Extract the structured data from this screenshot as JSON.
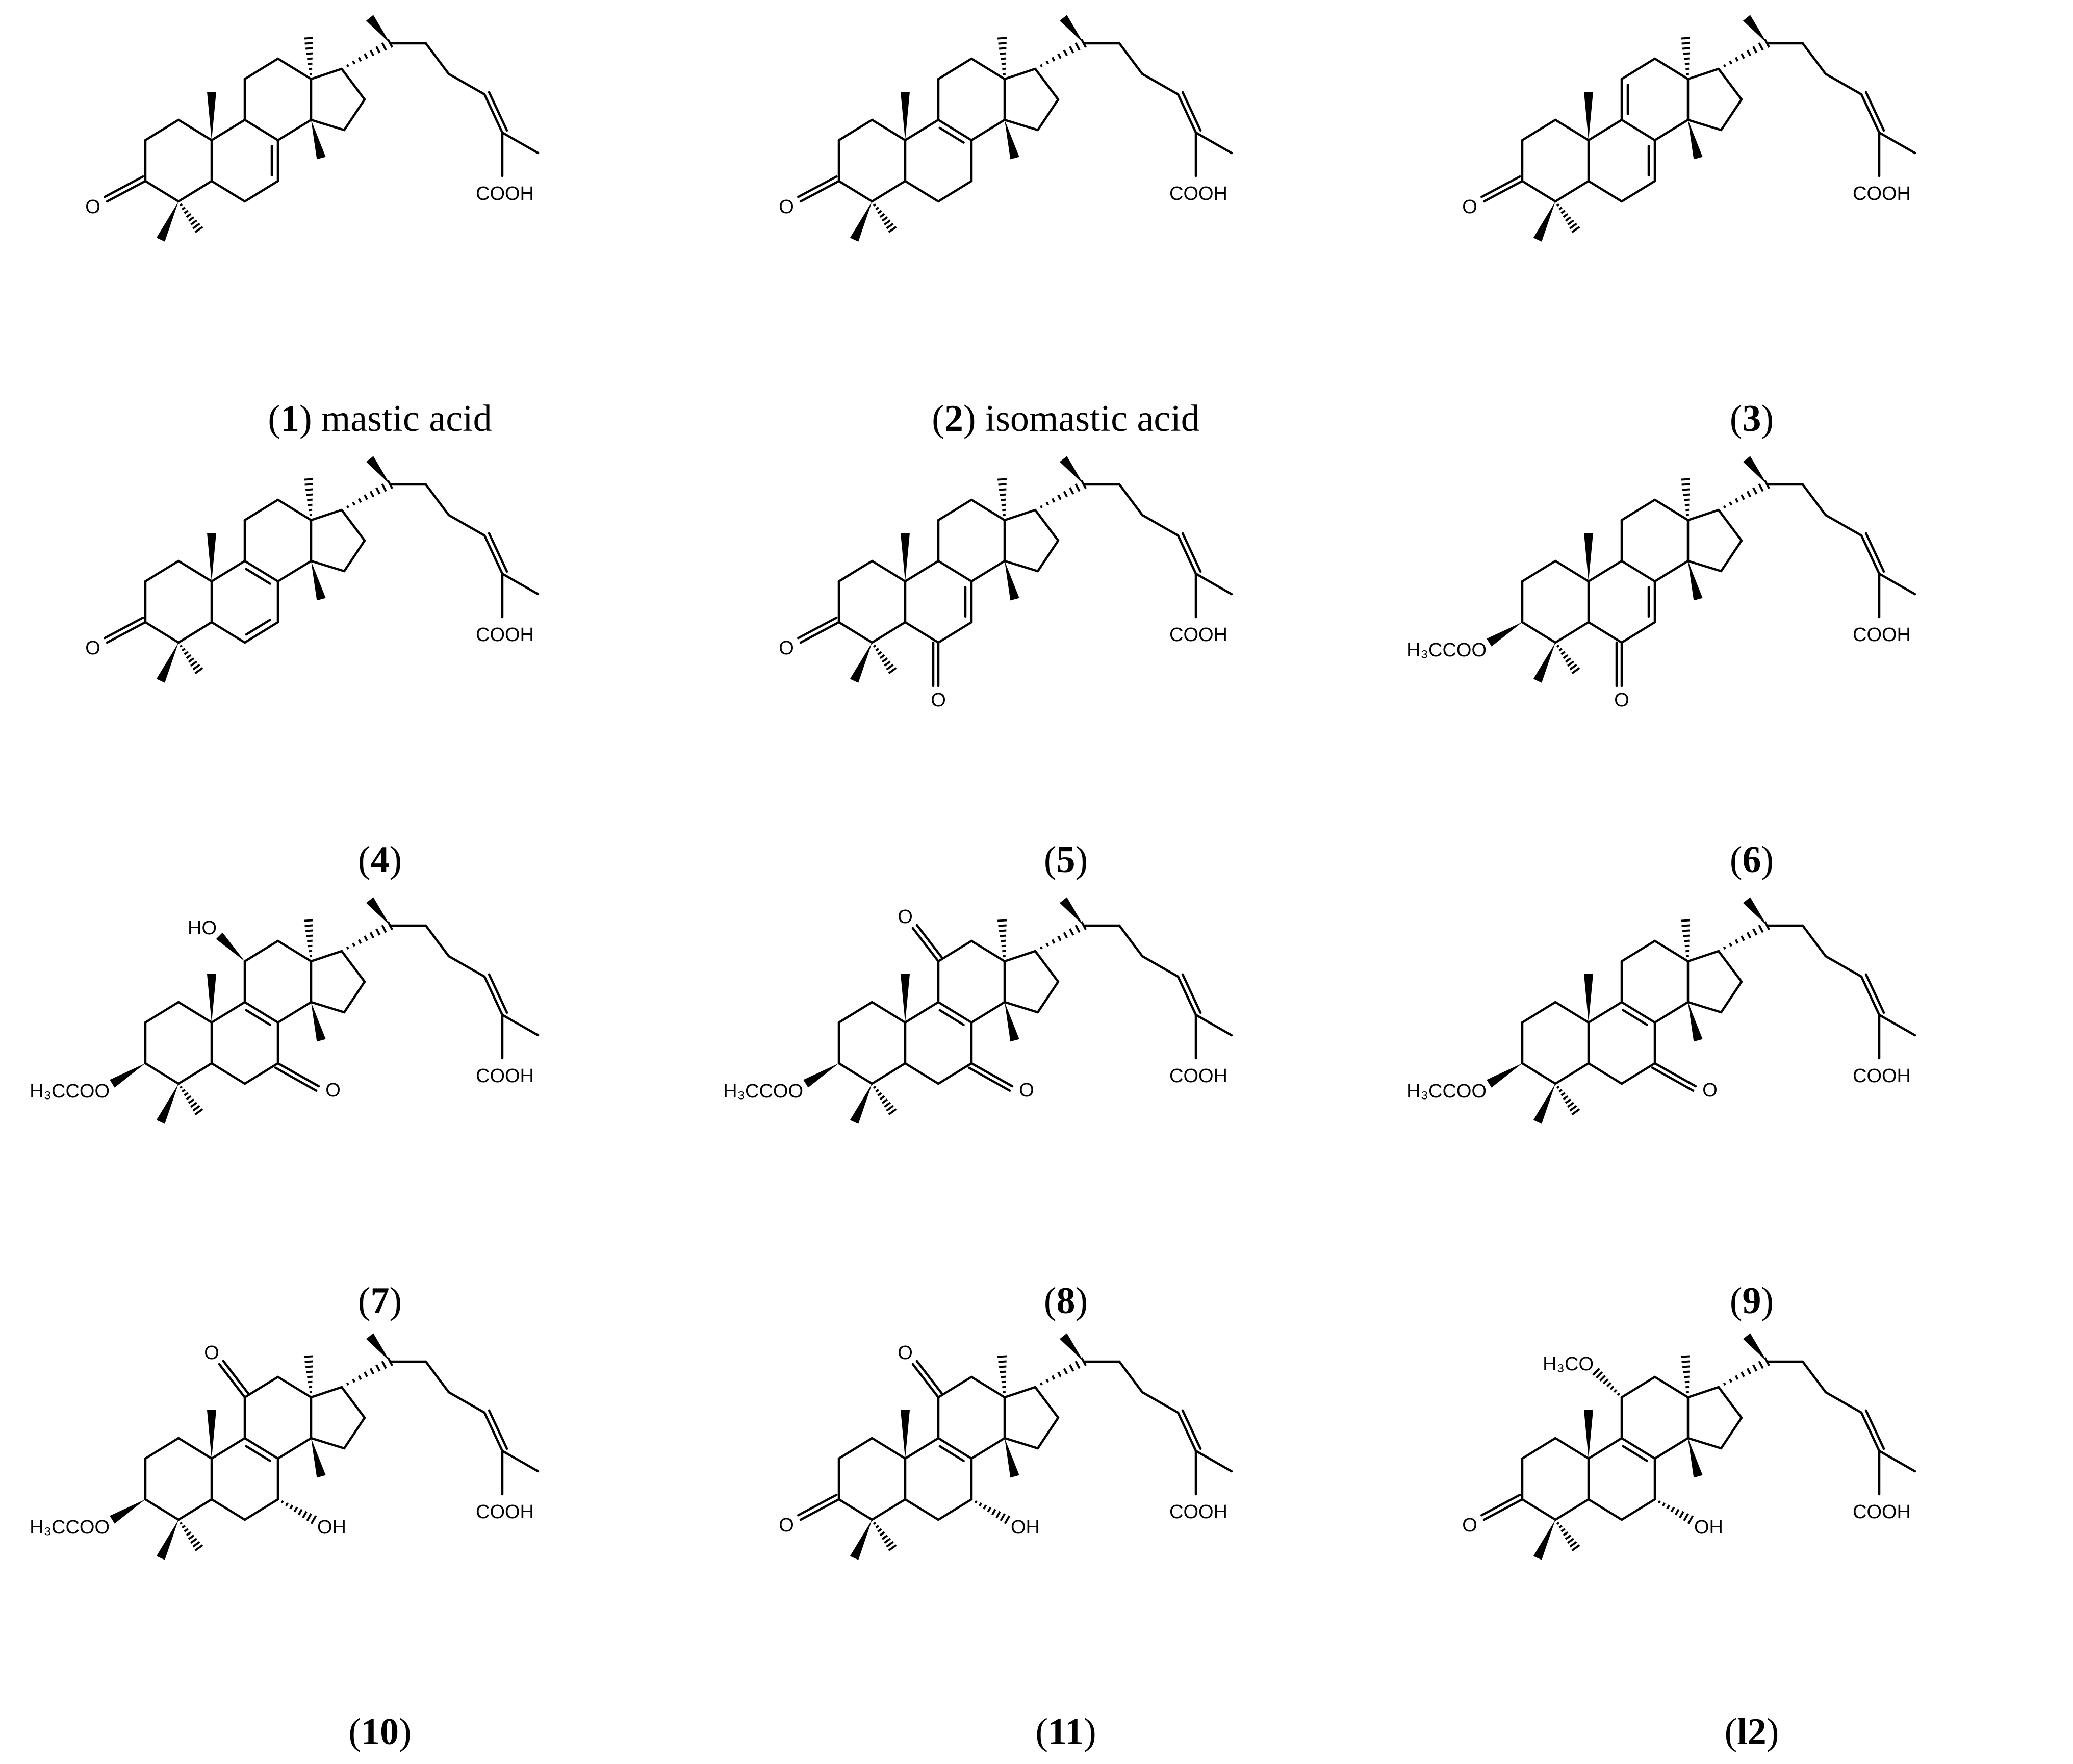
{
  "figure": {
    "background": "#ffffff",
    "line_color": "#000000"
  },
  "compounds": [
    {
      "num": "1",
      "name": "mastic acid",
      "caption_open": "(",
      "caption_close": ")",
      "r3": "ketone",
      "r6": "",
      "r7": "",
      "r11": "",
      "r11_label": "",
      "r3_label": "O",
      "r7_label": "",
      "r6_label": "",
      "db": [
        "7-8"
      ],
      "cooh": "COOH"
    },
    {
      "num": "2",
      "name": "isomastic acid",
      "caption_open": "(",
      "caption_close": ")",
      "r3": "ketone",
      "r6": "",
      "r7": "",
      "r11": "",
      "r11_label": "",
      "r3_label": "O",
      "r7_label": "",
      "r6_label": "",
      "db": [
        "8-9"
      ],
      "cooh": "COOH"
    },
    {
      "num": "3",
      "name": "",
      "caption_open": "(",
      "caption_close": ")",
      "r3": "ketone",
      "r6": "",
      "r7": "",
      "r11": "",
      "r11_label": "",
      "r3_label": "O",
      "r7_label": "",
      "r6_label": "",
      "db": [
        "7-8",
        "9-11"
      ],
      "cooh": "COOH"
    },
    {
      "num": "4",
      "name": "",
      "caption_open": "(",
      "caption_close": ")",
      "r3": "ketone",
      "r6": "",
      "r7": "",
      "r11": "",
      "r11_label": "",
      "r3_label": "O",
      "r7_label": "",
      "r6_label": "",
      "db": [
        "6-7",
        "8-9"
      ],
      "cooh": "COOH"
    },
    {
      "num": "5",
      "name": "",
      "caption_open": "(",
      "caption_close": ")",
      "r3": "ketone",
      "r6": "ketone",
      "r7": "",
      "r11": "",
      "r11_label": "",
      "r3_label": "O",
      "r7_label": "",
      "r6_label": "O",
      "db": [
        "7-8"
      ],
      "cooh": "COOH"
    },
    {
      "num": "6",
      "name": "",
      "caption_open": "(",
      "caption_close": ")",
      "r3": "acetoxy",
      "r6": "ketone",
      "r7": "",
      "r11": "",
      "r11_label": "",
      "r3_label": "H₃CCOO",
      "r7_label": "",
      "r6_label": "O",
      "db": [
        "7-8"
      ],
      "cooh": "COOH"
    },
    {
      "num": "7",
      "name": "",
      "caption_open": "(",
      "caption_close": ")",
      "r3": "acetoxy",
      "r6": "",
      "r7": "ketone",
      "r11": "oh_beta",
      "r11_label": "HO",
      "r3_label": "H₃CCOO",
      "r7_label": "O",
      "r6_label": "",
      "db": [
        "8-9"
      ],
      "cooh": "COOH"
    },
    {
      "num": "8",
      "name": "",
      "caption_open": "(",
      "caption_close": ")",
      "r3": "acetoxy",
      "r6": "",
      "r7": "ketone",
      "r11": "ketone",
      "r11_label": "O",
      "r3_label": "H₃CCOO",
      "r7_label": "O",
      "r6_label": "",
      "db": [
        "8-9"
      ],
      "cooh": "COOH"
    },
    {
      "num": "9",
      "name": "",
      "caption_open": "(",
      "caption_close": ")",
      "r3": "acetoxy",
      "r6": "",
      "r7": "ketone",
      "r11": "",
      "r11_label": "",
      "r3_label": "H₃CCOO",
      "r7_label": "O",
      "r6_label": "",
      "db": [
        "8-9"
      ],
      "cooh": "COOH"
    },
    {
      "num": "10",
      "name": "",
      "caption_open": "(",
      "caption_close": ")",
      "r3": "acetoxy",
      "r6": "",
      "r7": "oh_alpha",
      "r11": "ketone",
      "r11_label": "O",
      "r3_label": "H₃CCOO",
      "r7_label": "OH",
      "r6_label": "",
      "db": [
        "8-9"
      ],
      "cooh": "COOH"
    },
    {
      "num": "11",
      "name": "",
      "caption_open": "(",
      "caption_close": ")",
      "r3": "ketone",
      "r6": "",
      "r7": "oh_alpha",
      "r11": "ketone",
      "r11_label": "O",
      "r3_label": "O",
      "r7_label": "OH",
      "r6_label": "",
      "db": [
        "8-9"
      ],
      "cooh": "COOH"
    },
    {
      "num": "l2",
      "name": "",
      "caption_open": "(",
      "caption_close": ")",
      "r3": "ketone",
      "r6": "",
      "r7": "oh_alpha",
      "r11": "ome_alpha",
      "r11_label": "H₃CO",
      "r3_label": "O",
      "r7_label": "OH",
      "r6_label": "",
      "db": [
        "8-9"
      ],
      "cooh": "COOH"
    }
  ]
}
